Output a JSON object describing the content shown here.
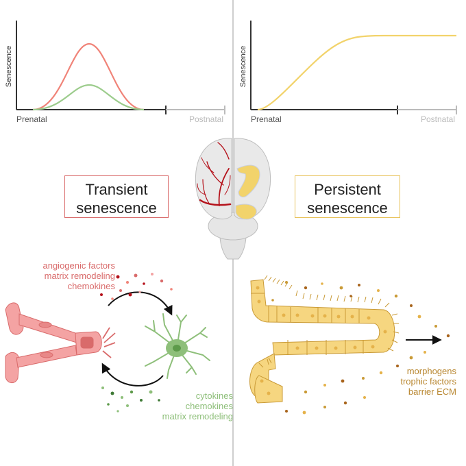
{
  "left_panel": {
    "ylabel": "Senescence",
    "x_start": "Prenatal",
    "x_end": "Postnatal",
    "box_line1": "Transient",
    "box_line2": "senescence",
    "factors_top": [
      "angiogenic factors",
      "matrix remodeling",
      "chemokines"
    ],
    "factors_bottom": [
      "cytokines",
      "chemokines",
      "matrix remodeling"
    ]
  },
  "right_panel": {
    "ylabel": "Senescence",
    "x_start": "Prenatal",
    "x_end": "Postnatal",
    "box_line1": "Persistent",
    "box_line2": "senescence",
    "factors": [
      "morphogens",
      "trophic factors",
      "barrier ECM"
    ]
  },
  "colors": {
    "transient": "#d96b6b",
    "transient_curve": "#f08378",
    "green": "#8ebf7a",
    "persistent": "#f2d36b",
    "persistent_text": "#b8862f",
    "postnatal_gray": "#bbbbbb"
  }
}
